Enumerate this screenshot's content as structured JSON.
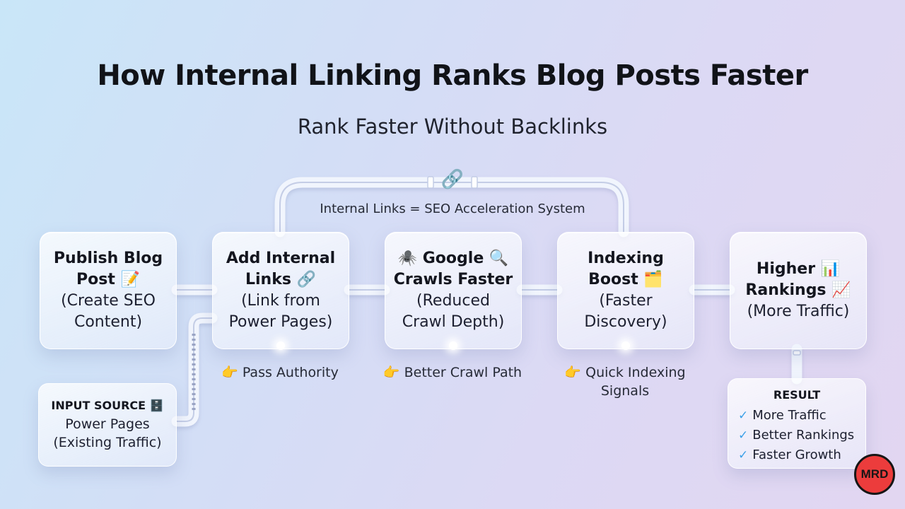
{
  "title": "How Internal Linking Ranks Blog Posts Faster",
  "subtitle": "Rank Faster Without Backlinks",
  "system": {
    "label": "Internal Links = SEO Acceleration System",
    "icon": "🔗"
  },
  "steps": [
    {
      "title": "Publish Blog Post 📝",
      "sub": "(Create SEO Content)"
    },
    {
      "title": "Add Internal Links 🔗",
      "sub": "(Link from Power Pages)"
    },
    {
      "title": "🕷️ Google 🔍 Crawls Faster",
      "sub": "(Reduced Crawl Depth)"
    },
    {
      "title": "Indexing Boost 🗂️",
      "sub": "(Faster Discovery)"
    },
    {
      "title": "Higher 📊 Rankings 📈",
      "sub": "(More Traffic)"
    }
  ],
  "notes": [
    "👉 Pass Authority",
    "👉 Better Crawl Path",
    "👉 Quick Indexing Signals"
  ],
  "input_source": {
    "title": "INPUT SOURCE 🗄️",
    "line1": "Power Pages",
    "line2": "(Existing Traffic)"
  },
  "result": {
    "title": "RESULT",
    "check": "✓",
    "items": [
      "More Traffic",
      "Better Rankings",
      "Faster Growth"
    ]
  },
  "logo": "MRD",
  "colors": {
    "pipe": "#eef3fc",
    "check": "#3ca0e8",
    "logo_bg": "#ec3c3c"
  }
}
